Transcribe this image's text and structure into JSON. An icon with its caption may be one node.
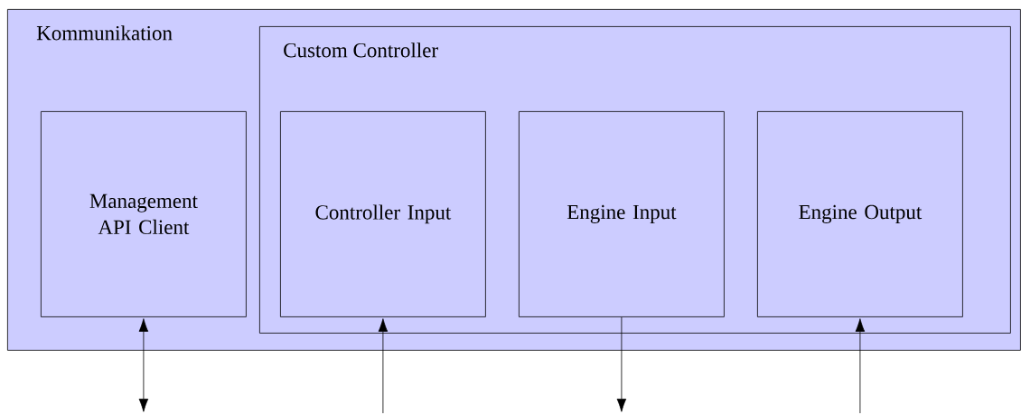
{
  "diagram": {
    "nodes": [
      {
        "text": [
          "Kommunikation"
        ]
      },
      {
        "text": [
          "Management API Client"
        ],
        "in": 0
      },
      {
        "text": [
          "Custom Controller"
        ],
        "in": 0
      },
      {
        "text": [
          "Controller Input"
        ],
        "in": 2
      },
      {
        "text": [
          "Engine Input"
        ],
        "in": 2
      },
      {
        "text": [
          "Engine Output"
        ],
        "in": 2
      }
    ],
    "edges": [
      {
        "from": null,
        "to": 1,
        "arrow": "both"
      },
      {
        "from": null,
        "to": 3,
        "arrow": "to"
      },
      {
        "from": 4,
        "to": null,
        "arrow": "to"
      },
      {
        "from": null,
        "to": 5,
        "arrow": "to"
      }
    ]
  }
}
